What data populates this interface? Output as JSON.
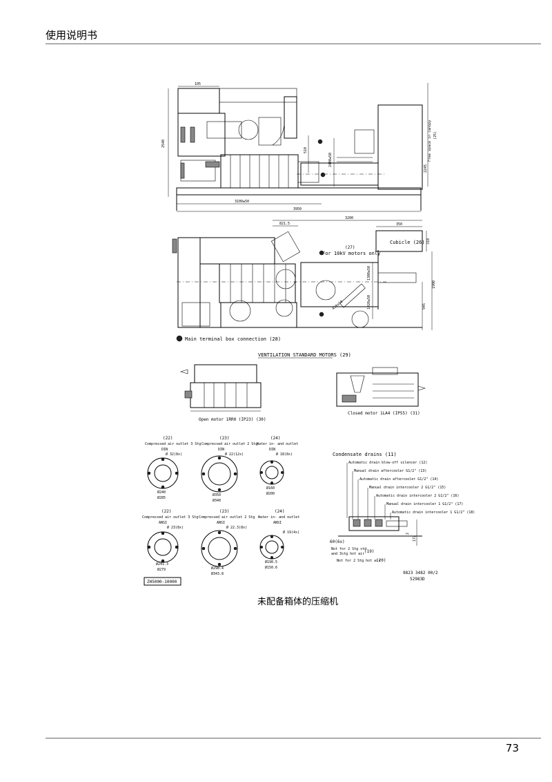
{
  "header": {
    "title": "使用说明书"
  },
  "footer": {
    "page_number": "73"
  },
  "caption": "未配备箱体的压缩机",
  "drawing": {
    "top_view": {
      "dim_105": "105",
      "dim_2540": "2540",
      "dim_3100": "3100±50",
      "dim_3950": "3950",
      "dim_510": "510",
      "dim_2400": "2400±50",
      "dim_2245": "2245",
      "free_space": "Free space in canopy",
      "free_space_ref": "(25)"
    },
    "plan_view": {
      "dim_3200": "3200",
      "dim_821": "821.5",
      "dim_350": "350",
      "dim_310": "310",
      "cubicle": "Cubicle (26)",
      "motor_note_ref": "(27)",
      "motor_note": "For 10kV motors only",
      "dim_1300": "1300±50",
      "dim_1900": "1900",
      "dim_1020": "1020±50",
      "dim_945": "945",
      "dim_arm": "450±50",
      "terminal_box": "Main terminal box connection (28)"
    },
    "ventilation": {
      "title": "VENTILATION STANDARD MOTORS (29)",
      "open_motor": "Open motor 1RR0  (IP23) (30)",
      "closed_motor": "Closed motor 1LA4  (IP55) (31)"
    },
    "flanges_din": [
      {
        "ref": "(22)",
        "label": "Compressed air outlet 3 Stg",
        "std": "DIN",
        "holes": "Ø 32(8x)",
        "d1": "Ø240",
        "d2": "Ø285"
      },
      {
        "ref": "(23)",
        "label": "Compressed air outlet 2 Stg",
        "std": "DIN",
        "holes": "Ø 22(12x)",
        "d1": "Ø350",
        "d2": "Ø340"
      },
      {
        "ref": "(24)",
        "label": "Water in- and outlet",
        "std": "DIN",
        "holes": "Ø 18(8x)",
        "d1": "Ø160",
        "d2": "Ø200"
      }
    ],
    "flanges_ansi": [
      {
        "ref": "(22)",
        "label": "Compressed air outlet 3 Stg",
        "std": "ANSI",
        "holes": "Ø 23(8x)",
        "d1": "Ø241.3",
        "d2": "Ø279"
      },
      {
        "ref": "(23)",
        "label": "Compressed air outlet 2 Stg",
        "std": "ANSI",
        "holes": "Ø 22.3(8x)",
        "d1": "Ø298.4",
        "d2": "Ø343.8"
      },
      {
        "ref": "(24)",
        "label": "Water in- and outlet",
        "std": "ANSI",
        "holes": "Ø 19(4x)",
        "d1": "Ø190.5",
        "d2": "Ø150.6"
      }
    ],
    "model_box": "ZH5000-10000",
    "drains": {
      "title": "Condensate drains (11)",
      "items": [
        "Automatic drain blow-off silencer (12)",
        "Manual drain aftercooler G1/2\" (13)",
        "Automatic drain aftercooler G1/2\" (14)",
        "Manual drain intercooler 2 G1/2\" (15)",
        "Automatic drain intercooler 2 G1/2\" (16)",
        "Manual drain intercooler 1 G1/2\" (17)",
        "Automatic drain intercooler 1 G1/2\" (18)"
      ],
      "bolt": "60(6x)",
      "note_19a": "Not for 2 Stg std",
      "note_19b": "and 3stg hot air",
      "note_19_ref": "(19)",
      "note_20": "Not for 2 Stg hot air",
      "note_20_ref": "(20)",
      "dim_a": "172",
      "dim_b": "2"
    },
    "doc_number": "9823 3482 00/2",
    "doc_code": "52983D"
  }
}
